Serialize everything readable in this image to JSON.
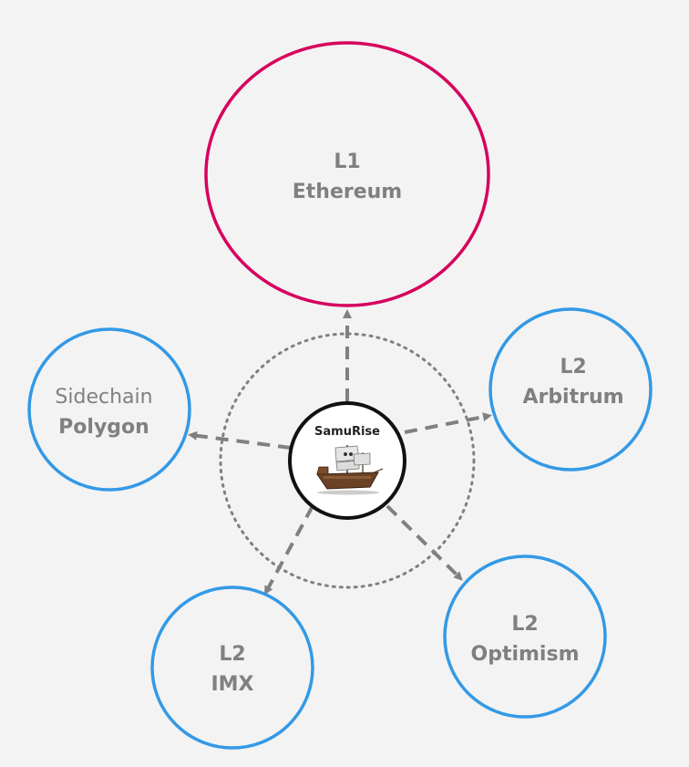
{
  "colors": {
    "background": "#f3f3f3",
    "l1_ring": "#d6005e",
    "l2_ring": "#3399e6",
    "hub_ring": "#111111",
    "arrow": "#808080",
    "label": "#808080"
  },
  "hub": {
    "title": "SamuRise",
    "image_icon": "ship-illustration"
  },
  "nodes": {
    "ethereum": {
      "layer": "L1",
      "name": "Ethereum"
    },
    "arbitrum": {
      "layer": "L2",
      "name": "Arbitrum"
    },
    "polygon": {
      "layer": "Sidechain",
      "name": "Polygon"
    },
    "optimism": {
      "layer": "L2",
      "name": "Optimism"
    },
    "imx": {
      "layer": "L2",
      "name": "IMX"
    }
  }
}
